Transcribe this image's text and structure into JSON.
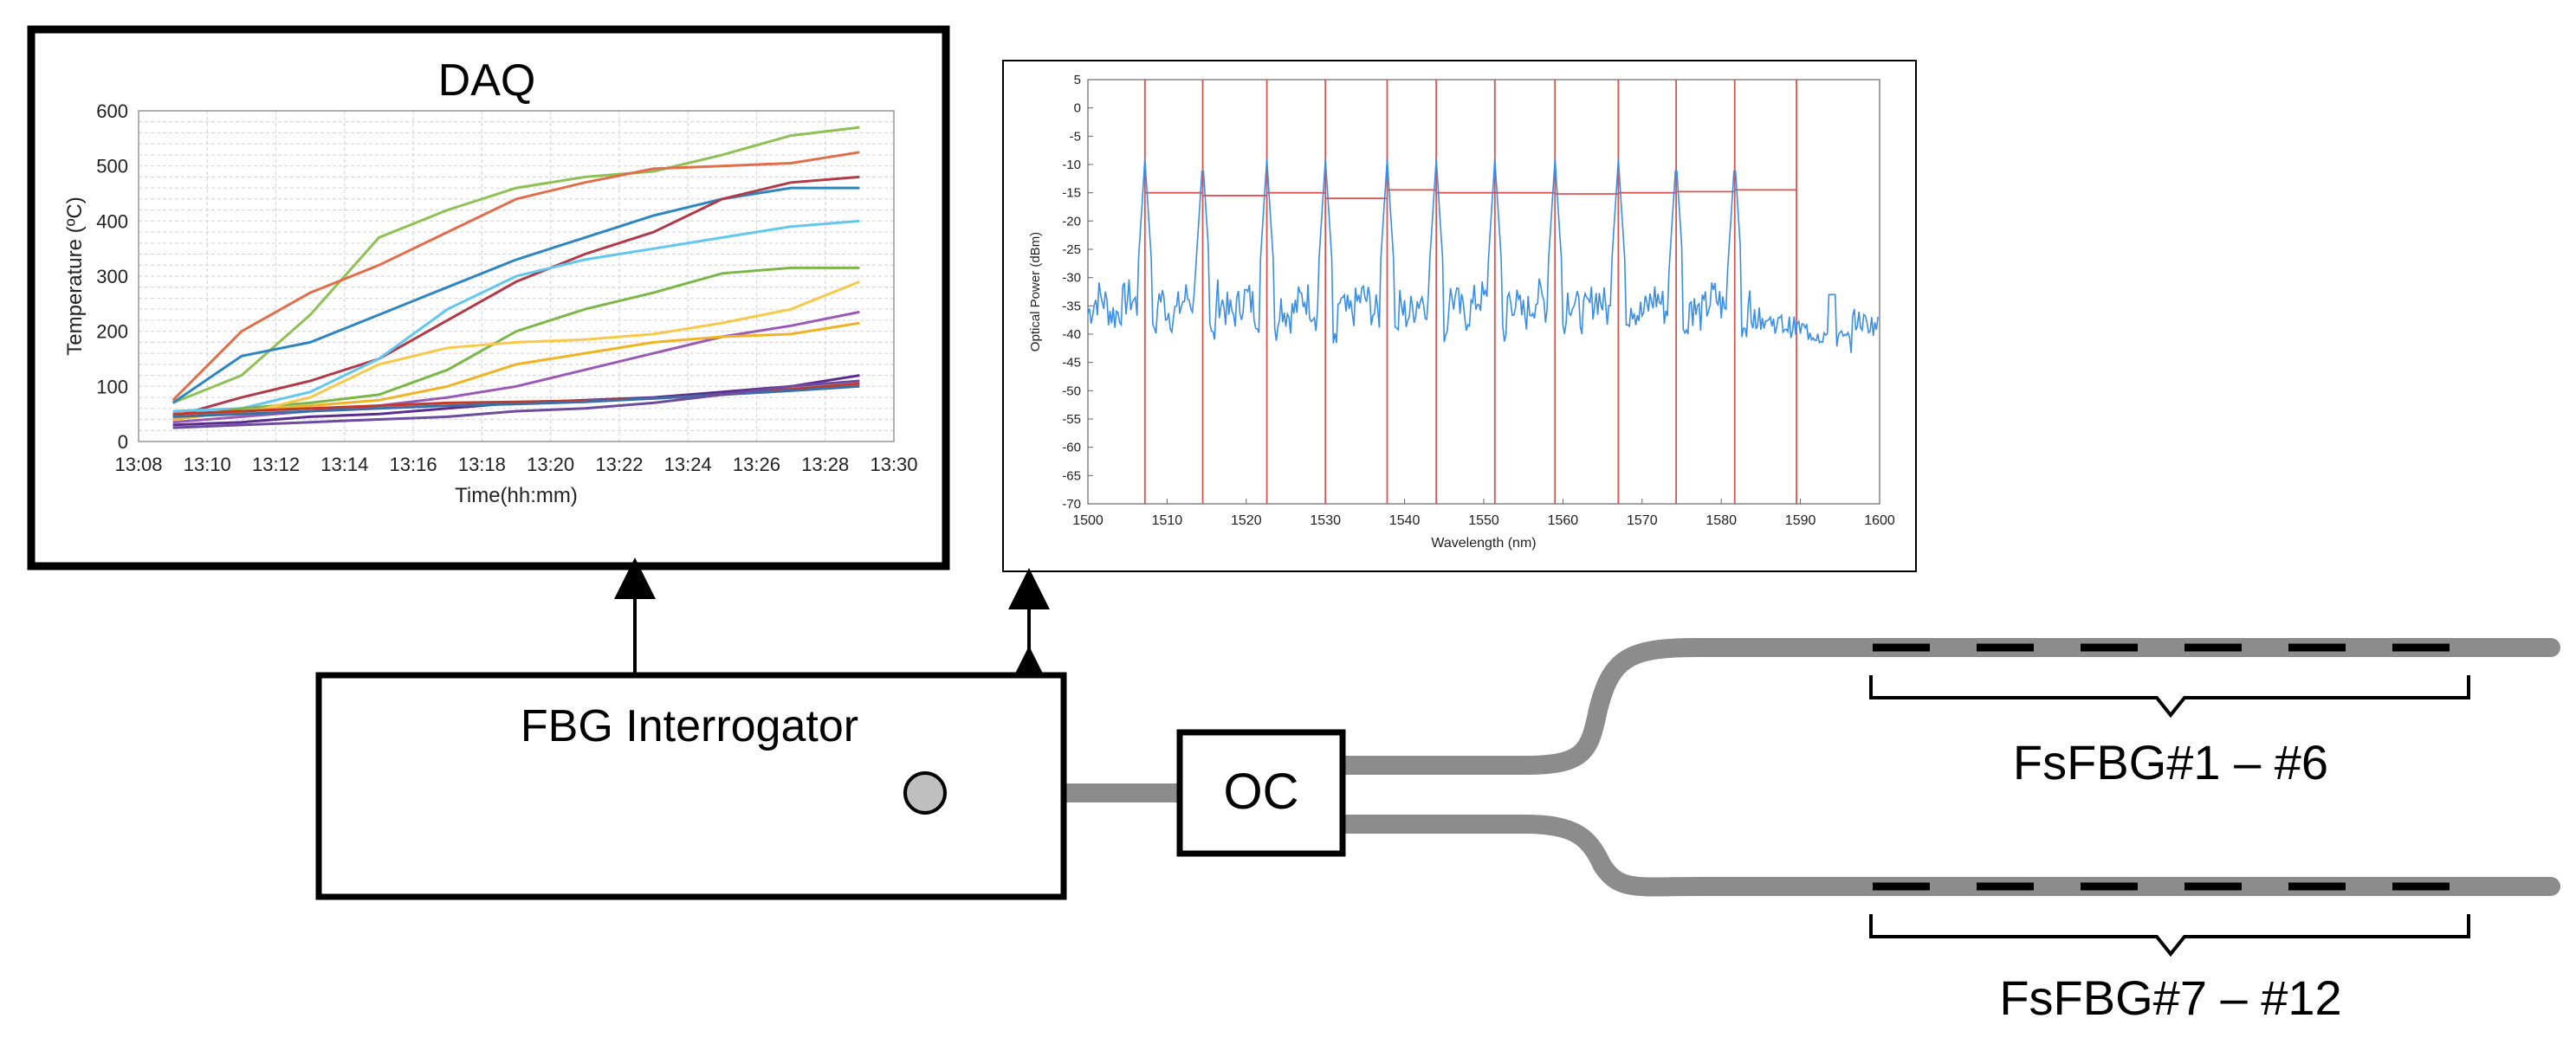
{
  "daq": {
    "title": "DAQ",
    "chart": {
      "type": "line",
      "xlabel": "Time(hh:mm)",
      "ylabel": "Temperature (ºC)",
      "xlim_min": [
        788,
        810
      ],
      "ylim": [
        0,
        600
      ],
      "x_ticks": [
        "13:08",
        "13:10",
        "13:12",
        "13:14",
        "13:16",
        "13:18",
        "13:20",
        "13:22",
        "13:24",
        "13:26",
        "13:28",
        "13:30"
      ],
      "y_ticks": [
        "0",
        "100",
        "200",
        "300",
        "400",
        "500",
        "600"
      ],
      "grid": true,
      "series": [
        {
          "color": "#8dc153",
          "x": [
            789,
            791,
            793,
            795,
            797,
            799,
            801,
            803,
            805,
            807,
            809
          ],
          "y": [
            70,
            120,
            230,
            370,
            420,
            460,
            480,
            490,
            520,
            555,
            570
          ]
        },
        {
          "color": "#e26d4b",
          "x": [
            789,
            791,
            793,
            795,
            797,
            799,
            801,
            803,
            805,
            807,
            809
          ],
          "y": [
            75,
            200,
            270,
            320,
            380,
            440,
            470,
            495,
            500,
            505,
            525
          ]
        },
        {
          "color": "#2e86c1",
          "x": [
            789,
            791,
            793,
            795,
            797,
            799,
            801,
            803,
            805,
            807,
            809
          ],
          "y": [
            70,
            155,
            180,
            230,
            280,
            330,
            370,
            410,
            440,
            460,
            460
          ]
        },
        {
          "color": "#b03a48",
          "x": [
            789,
            791,
            793,
            795,
            797,
            799,
            801,
            803,
            805,
            807,
            809
          ],
          "y": [
            45,
            80,
            110,
            150,
            220,
            290,
            340,
            380,
            440,
            470,
            480
          ]
        },
        {
          "color": "#62c7ef",
          "x": [
            789,
            791,
            793,
            795,
            797,
            799,
            801,
            803,
            805,
            807,
            809
          ],
          "y": [
            55,
            60,
            90,
            150,
            240,
            300,
            330,
            350,
            370,
            390,
            400
          ]
        },
        {
          "color": "#7ab648",
          "x": [
            789,
            791,
            793,
            795,
            797,
            799,
            801,
            803,
            805,
            807,
            809
          ],
          "y": [
            40,
            60,
            70,
            85,
            130,
            200,
            240,
            270,
            305,
            315,
            315
          ]
        },
        {
          "color": "#f7c84a",
          "x": [
            789,
            791,
            793,
            795,
            797,
            799,
            801,
            803,
            805,
            807,
            809
          ],
          "y": [
            45,
            50,
            80,
            140,
            170,
            180,
            185,
            195,
            215,
            240,
            290
          ]
        },
        {
          "color": "#9b59b6",
          "x": [
            789,
            791,
            793,
            795,
            797,
            799,
            801,
            803,
            805,
            807,
            809
          ],
          "y": [
            35,
            45,
            55,
            65,
            80,
            100,
            130,
            160,
            190,
            210,
            235
          ]
        },
        {
          "color": "#f0b323",
          "x": [
            789,
            791,
            793,
            795,
            797,
            799,
            801,
            803,
            805,
            807,
            809
          ],
          "y": [
            40,
            55,
            65,
            75,
            100,
            140,
            160,
            180,
            190,
            195,
            215
          ]
        },
        {
          "color": "#5b2d8e",
          "x": [
            789,
            791,
            793,
            795,
            797,
            799,
            801,
            803,
            805,
            807,
            809
          ],
          "y": [
            30,
            35,
            45,
            50,
            60,
            70,
            75,
            80,
            90,
            100,
            120
          ]
        },
        {
          "color": "#c0392b",
          "x": [
            789,
            791,
            793,
            795,
            797,
            799,
            801,
            803,
            805,
            807,
            809
          ],
          "y": [
            50,
            55,
            60,
            65,
            70,
            72,
            74,
            78,
            85,
            95,
            105
          ]
        },
        {
          "color": "#3a6fa8",
          "x": [
            789,
            791,
            793,
            795,
            797,
            799,
            801,
            803,
            805,
            807,
            809
          ],
          "y": [
            45,
            50,
            55,
            60,
            65,
            68,
            72,
            78,
            85,
            92,
            100
          ]
        },
        {
          "color": "#6d4c9f",
          "x": [
            789,
            791,
            793,
            795,
            797,
            799,
            801,
            803,
            805,
            807,
            809
          ],
          "y": [
            25,
            30,
            35,
            40,
            45,
            55,
            60,
            70,
            85,
            100,
            110
          ]
        }
      ]
    }
  },
  "spectrum": {
    "chart": {
      "type": "line",
      "xlabel": "Wavelength (nm)",
      "ylabel": "Optical Power (dBm)",
      "xlim": [
        1500,
        1600
      ],
      "ylim": [
        -70,
        5
      ],
      "x_ticks": [
        "1500",
        "1510",
        "1520",
        "1530",
        "1540",
        "1550",
        "1560",
        "1570",
        "1580",
        "1590",
        "1600"
      ],
      "y_ticks": [
        "5",
        "0",
        "-5",
        "-10",
        "-15",
        "-20",
        "-25",
        "-30",
        "-35",
        "-40",
        "-45",
        "-50",
        "-55",
        "-60",
        "-65",
        "-70"
      ],
      "peaks_nm": [
        1507.2,
        1514.5,
        1522.6,
        1530.0,
        1537.8,
        1544.0,
        1551.4,
        1559.0,
        1567.0,
        1574.3,
        1581.7
      ],
      "peak_dbm": -9,
      "markers_nm": [
        1507.2,
        1514.5,
        1522.6,
        1530.0,
        1537.8,
        1544.0,
        1551.4,
        1559.0,
        1567.0,
        1574.3,
        1581.7,
        1589.5
      ],
      "threshold_segments": [
        {
          "x": [
            1507.2,
            1514.5
          ],
          "y": -15
        },
        {
          "x": [
            1514.5,
            1522.6
          ],
          "y": -15.5
        },
        {
          "x": [
            1522.6,
            1530.0
          ],
          "y": -15
        },
        {
          "x": [
            1530.0,
            1537.8
          ],
          "y": -16
        },
        {
          "x": [
            1537.8,
            1544.0
          ],
          "y": -14.5
        },
        {
          "x": [
            1544.0,
            1551.4
          ],
          "y": -15
        },
        {
          "x": [
            1551.4,
            1559.0
          ],
          "y": -15
        },
        {
          "x": [
            1559.0,
            1567.0
          ],
          "y": -15.2
        },
        {
          "x": [
            1567.0,
            1574.3
          ],
          "y": -15
        },
        {
          "x": [
            1574.3,
            1581.7
          ],
          "y": -14.8
        },
        {
          "x": [
            1581.7,
            1589.5
          ],
          "y": -14.5
        }
      ],
      "noise_floor_dbm": -35,
      "trace_color": "#3a8ee6",
      "marker_color": "#d9534f"
    }
  },
  "diagram": {
    "interrogator_label": "FBG Interrogator",
    "coupler_label": "OC",
    "fbg_top_label": "FsFBG#1 – #6",
    "fbg_bottom_label": "FsFBG#7 – #12",
    "fiber_color": "#8c8c8c"
  }
}
